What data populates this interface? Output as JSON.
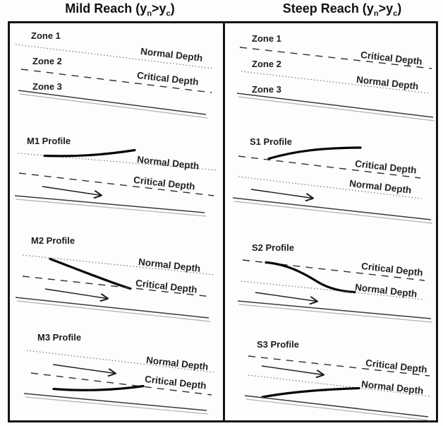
{
  "header": {
    "mild": {
      "prefix": "Mild Reach (y",
      "sub_n": "n",
      "mid": ">y",
      "sub_c": "c",
      "suffix": ")"
    },
    "steep": {
      "prefix": "Steep Reach (y",
      "sub_n": "n",
      "mid": ">y",
      "sub_c": "c",
      "suffix": ")"
    }
  },
  "labels": {
    "zone1": "Zone 1",
    "zone2": "Zone 2",
    "zone3": "Zone 3",
    "normal_depth": "Normal Depth",
    "critical_depth": "Critical Depth",
    "m1_profile": "M1 Profile",
    "m2_profile": "M2 Profile",
    "m3_profile": "M3 Profile",
    "s1_profile": "S1 Profile",
    "s2_profile": "S2 Profile",
    "s3_profile": "S3 Profile"
  },
  "colors": {
    "ink": "#141414",
    "dashed_line": "#2e2e2e",
    "dotted_line": "#666666",
    "bed_line": "#3a3a3a",
    "bed_shadow": "#b0b0b0",
    "profile_curve": "#050505",
    "background": "#fdfdfd"
  }
}
